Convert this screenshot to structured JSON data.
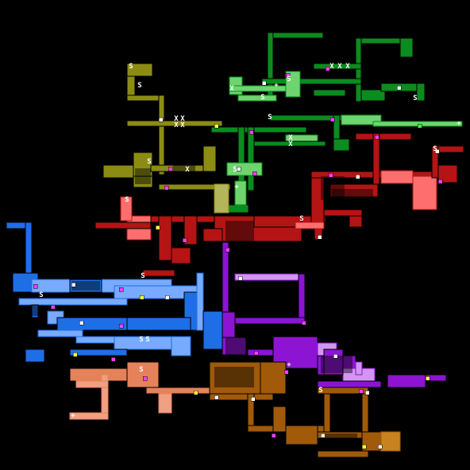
{
  "map": {
    "background": "#000000",
    "marker_glyphs": {
      "save": "S",
      "blocked": "X",
      "heal": "+",
      "item": "◆"
    },
    "regions": [
      {
        "name": "green-region",
        "color": "#0a8c1e",
        "light": "#6fd46f"
      },
      {
        "name": "olive-region",
        "color": "#8c8c14",
        "light": "#b4b45a"
      },
      {
        "name": "red-region",
        "color": "#b41414",
        "light": "#ff6e6e"
      },
      {
        "name": "purple-region",
        "color": "#8c14d2",
        "light": "#d296f0"
      },
      {
        "name": "blue-region",
        "color": "#1e6ee6",
        "light": "#78aaff"
      },
      {
        "name": "salmon-region",
        "color": "#e6825a",
        "light": "#f0a082"
      },
      {
        "name": "brown-region",
        "color": "#a05a0a",
        "light": "#c8821e"
      }
    ]
  }
}
